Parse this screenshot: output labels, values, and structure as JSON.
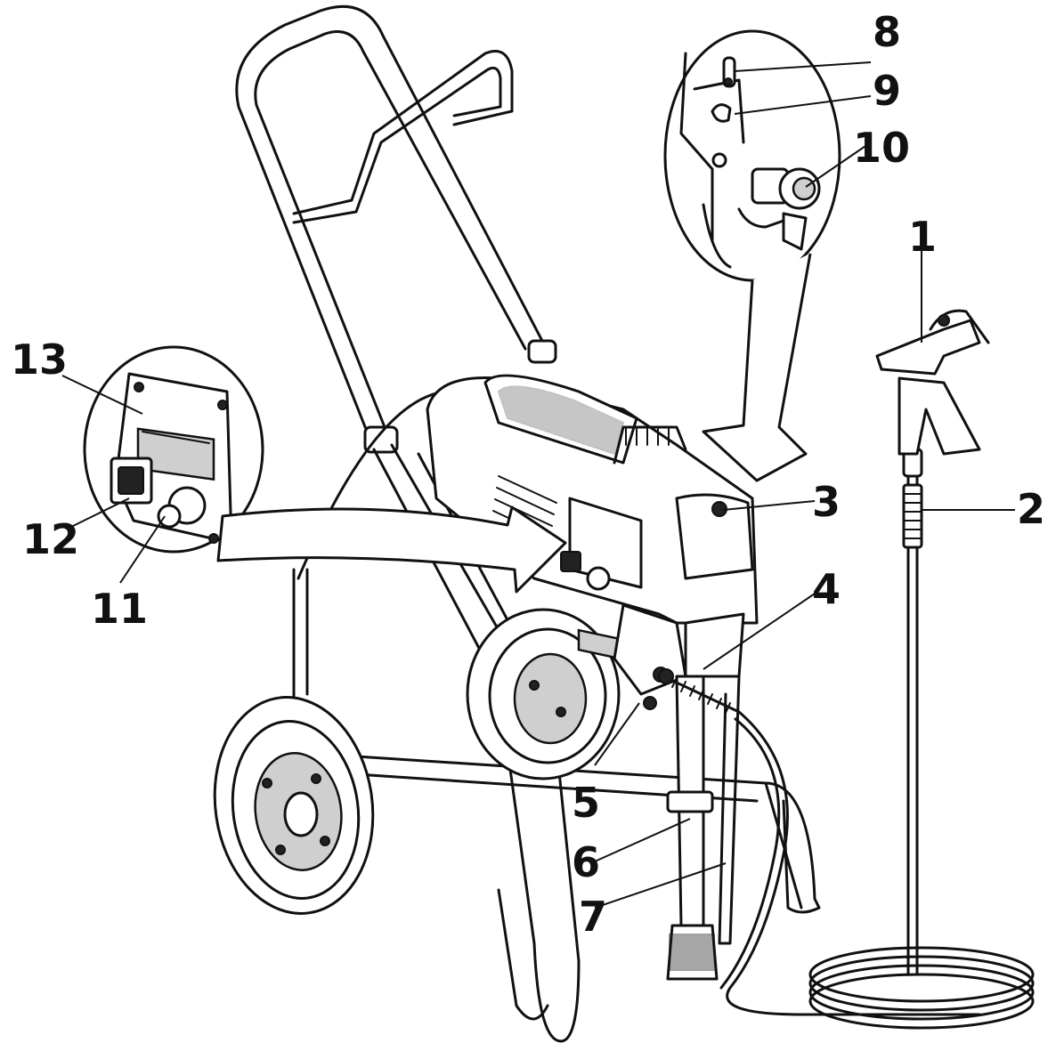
{
  "callouts": {
    "c1": "1",
    "c2": "2",
    "c3": "3",
    "c4": "4",
    "c5": "5",
    "c6": "6",
    "c7": "7",
    "c8": "8",
    "c9": "9",
    "c10": "10",
    "c11": "11",
    "c12": "12",
    "c13": "13"
  },
  "colors": {
    "line": "#111111",
    "background": "#ffffff",
    "shade": "#cfcfcf"
  }
}
